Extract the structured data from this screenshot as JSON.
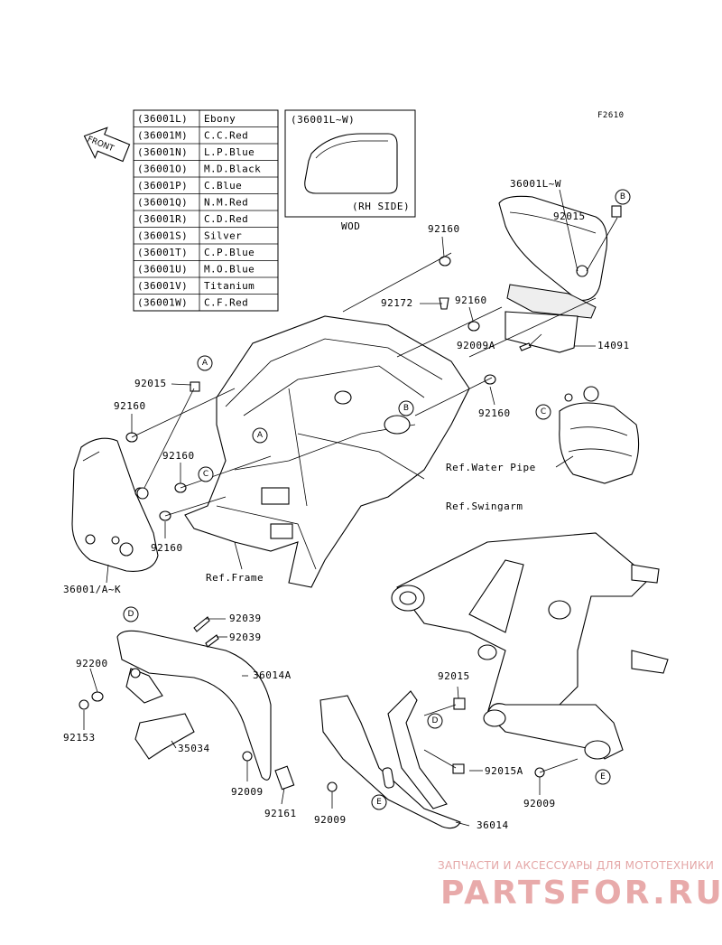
{
  "diagram_code": "F2610",
  "front_label": "FRONT",
  "color_table": [
    {
      "code": "(36001L)",
      "color": "Ebony"
    },
    {
      "code": "(36001M)",
      "color": "C.C.Red"
    },
    {
      "code": "(36001N)",
      "color": "L.P.Blue"
    },
    {
      "code": "(36001O)",
      "color": "M.D.Black"
    },
    {
      "code": "(36001P)",
      "color": "C.Blue"
    },
    {
      "code": "(36001Q)",
      "color": "N.M.Red"
    },
    {
      "code": "(36001R)",
      "color": "C.D.Red"
    },
    {
      "code": "(36001S)",
      "color": "Silver"
    },
    {
      "code": "(36001T)",
      "color": "C.P.Blue"
    },
    {
      "code": "(36001U)",
      "color": "M.O.Blue"
    },
    {
      "code": "(36001V)",
      "color": "Titanium"
    },
    {
      "code": "(36001W)",
      "color": "C.F.Red"
    }
  ],
  "inset": {
    "title": "(36001L~W)",
    "caption": "(RH SIDE)",
    "note": "WOD"
  },
  "labels": {
    "p36001LW": "36001L~W",
    "p92015_top": "92015",
    "p92160_a": "92160",
    "p92172": "92172",
    "p92160_b": "92160",
    "p92009A": "92009A",
    "p14091": "14091",
    "p92015_left": "92015",
    "p92160_c": "92160",
    "p92160_d": "92160",
    "p92160_e": "92160",
    "p92160_f": "92160",
    "ref_water_pipe": "Ref.Water Pipe",
    "ref_swingarm": "Ref.Swingarm",
    "ref_frame": "Ref.Frame",
    "p36001AK": "36001/A~K",
    "p92039_a": "92039",
    "p92039_b": "92039",
    "p92200": "92200",
    "p36014A": "36014A",
    "p92015_mid": "92015",
    "p92153": "92153",
    "p35034": "35034",
    "p92015A": "92015A",
    "p92009_a": "92009",
    "p92009_b": "92009",
    "p92009_c": "92009",
    "p92161": "92161",
    "p36014": "36014"
  },
  "callouts": {
    "A": "A",
    "B": "B",
    "C": "C",
    "D": "D",
    "E": "E"
  },
  "watermark": {
    "tagline": "ЗАПЧАСТИ И АКСЕССУАРЫ ДЛЯ МОТОТЕХНИКИ",
    "brand": "PARTSFOR.RU",
    "color": "#e8aaaa"
  }
}
